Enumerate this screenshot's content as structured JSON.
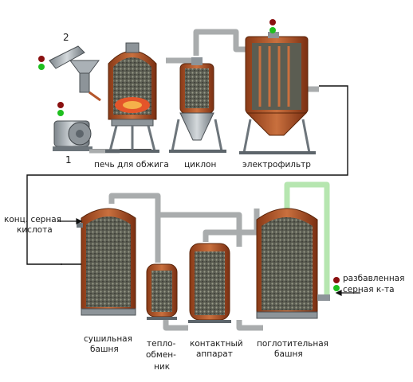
{
  "labels": {
    "furnace": "печь для обжига",
    "cyclone": "циклон",
    "electrofilter": "электрофильтр",
    "conc_acid_1": "конц. серная",
    "conc_acid_2": "кислота",
    "drying_1": "сушильная",
    "drying_2": "башня",
    "heat_ex_1": "тепло-",
    "heat_ex_2": "обмен-",
    "heat_ex_3": "ник",
    "contact_1": "контактный",
    "contact_2": "аппарат",
    "absorb_1": "поглотительная",
    "absorb_2": "башня",
    "diluted_1": "разбавленная",
    "diluted_2": "серная к-та",
    "num_1": "1",
    "num_2": "2"
  },
  "colors": {
    "copper": "#b5562b",
    "copper_dark": "#7a2f12",
    "steel": "#9aa3aa",
    "steel_dark": "#5d656b",
    "fill": "#6b6b5c",
    "pipe": "#a9acad",
    "line": "#111111",
    "signal_red": "#8a1010",
    "signal_green": "#1fbf1f",
    "fire": "#e4552a",
    "pipe_green": "#b6e6b0"
  }
}
